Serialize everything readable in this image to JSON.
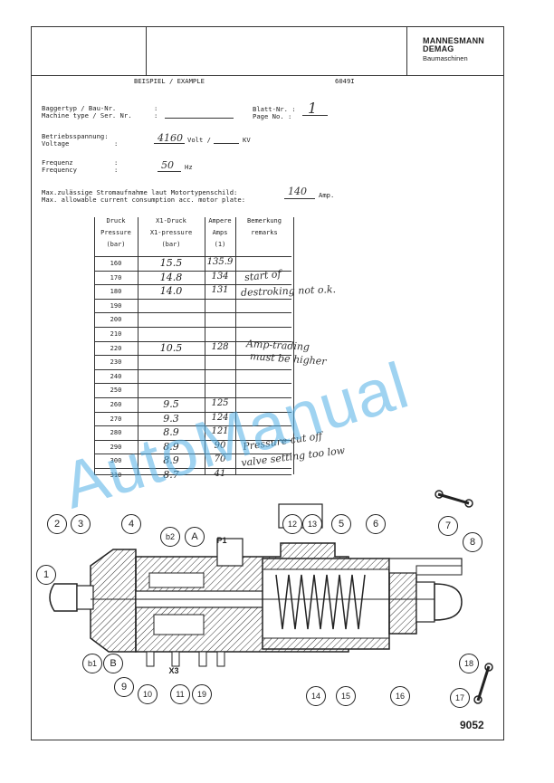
{
  "header": {
    "logo_line1": "MANNESMANN",
    "logo_line2": "DEMAG",
    "logo_line3": "Baumaschinen",
    "title": "BEISPIEL / EXAMPLE",
    "doc_code": "6049I"
  },
  "fields": {
    "machine_type_de": "Baggertyp / Bau-Nr.",
    "machine_type_en": "Machine type / Ser. Nr.",
    "colon": ":",
    "sheet_de": "Blatt-Nr. :",
    "sheet_en": "Page No.  :",
    "sheet_value": "1",
    "voltage_de": "Betriebsspannung:",
    "voltage_en": "Voltage",
    "voltage_value": "4160",
    "voltage_unit1": "Volt /",
    "voltage_unit2": "KV",
    "frequency_de": "Frequenz",
    "frequency_en": "Frequency",
    "frequency_value": "50",
    "frequency_unit": "Hz",
    "current_line1": "Max.zulässige Stromaufnahme laut Motortypenschild:",
    "current_line2": "Max. allowable current consumption acc. motor plate:",
    "current_value": "140",
    "current_unit": "Amp."
  },
  "table": {
    "headers": [
      [
        "Druck",
        "Pressure",
        "(bar)"
      ],
      [
        "X1-Druck",
        "X1-pressure",
        "(bar)"
      ],
      [
        "Ampere",
        "Amps",
        "(1)"
      ],
      [
        "Bemerkung",
        "remarks",
        ""
      ]
    ],
    "rows": [
      {
        "p": "160",
        "x1": "15.5",
        "amp": "135.9"
      },
      {
        "p": "170",
        "x1": "14.8",
        "amp": "134"
      },
      {
        "p": "180",
        "x1": "14.0",
        "amp": "131"
      },
      {
        "p": "190",
        "x1": "",
        "amp": ""
      },
      {
        "p": "200",
        "x1": "",
        "amp": ""
      },
      {
        "p": "210",
        "x1": "",
        "amp": ""
      },
      {
        "p": "220",
        "x1": "10.5",
        "amp": "128"
      },
      {
        "p": "230",
        "x1": "",
        "amp": ""
      },
      {
        "p": "240",
        "x1": "",
        "amp": ""
      },
      {
        "p": "250",
        "x1": "",
        "amp": ""
      },
      {
        "p": "260",
        "x1": "9.5",
        "amp": "125"
      },
      {
        "p": "270",
        "x1": "9.3",
        "amp": "124"
      },
      {
        "p": "280",
        "x1": "8.9",
        "amp": "121"
      },
      {
        "p": "290",
        "x1": "8.9",
        "amp": "90"
      },
      {
        "p": "300",
        "x1": "8.9",
        "amp": "70"
      },
      {
        "p": "310",
        "x1": "8.7",
        "amp": "41"
      }
    ],
    "remarks": [
      "start of",
      "destroking not o.k.",
      "Amp-trading",
      "must be higher",
      "Pressure cut off",
      "valve setting too low"
    ]
  },
  "diagram": {
    "callouts": [
      "1",
      "2",
      "3",
      "4",
      "b2",
      "A",
      "P1",
      "12",
      "13",
      "5",
      "6",
      "7",
      "8",
      "b1",
      "B",
      "X3",
      "9",
      "10",
      "11",
      "19",
      "14",
      "15",
      "16",
      "17",
      "18"
    ],
    "figure_number": "9052"
  },
  "watermark": "AutoManual"
}
